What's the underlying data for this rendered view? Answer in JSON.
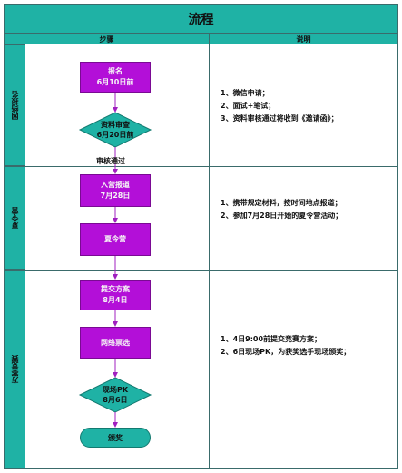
{
  "title": "流程",
  "headers": {
    "steps": "步骤",
    "notes": "说明"
  },
  "lanes": [
    {
      "label": "网络报名",
      "notes": [
        "1、微信申请；",
        "2、面试+笔试；",
        "3、资料审核通过将收到《邀请函》；"
      ]
    },
    {
      "label": "夏令营",
      "notes": [
        "1、携带规定材料，按时间地点报道；",
        "2、参加7月28日开始的夏令营活动；"
      ]
    },
    {
      "label": "方案竞赛",
      "notes": [
        "1、4日9:00前提交竞赛方案；",
        "2、6日现场PK，为获奖选手现场颁奖；"
      ]
    }
  ],
  "nodes": {
    "signup": [
      "报名",
      "6月10日前"
    ],
    "review": [
      "资料审查",
      "6月20日前"
    ],
    "review_pass": "审核通过",
    "checkin": [
      "入营报道",
      "7月28日"
    ],
    "camp": "夏令营",
    "submit": [
      "提交方案",
      "8月4日"
    ],
    "vote": "网络票选",
    "pk": [
      "现场PK",
      "8月6日"
    ],
    "award": "颁奖"
  },
  "colors": {
    "header_teal": "#1fb2a5",
    "process_purple": "#b30fd8",
    "arrow_purple": "#a020c0",
    "border": "#3a6b6b"
  }
}
